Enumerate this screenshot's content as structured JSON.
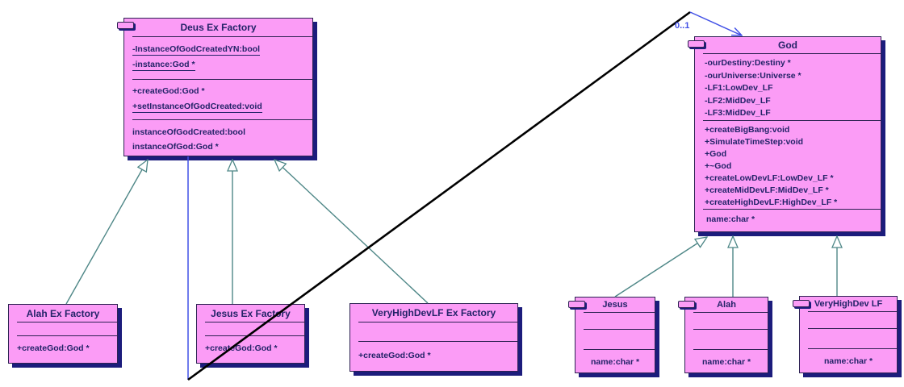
{
  "association": {
    "multiplicity": "0..1"
  },
  "classes": {
    "deus_ex_factory": {
      "title": "Deus Ex Factory",
      "attributes": [
        "-InstanceOfGodCreatedYN:bool",
        "-instance:God *"
      ],
      "methods": [
        "+createGod:God *",
        "+setInstanceOfGodCreated:void"
      ],
      "properties": [
        "instanceOfGodCreated:bool",
        "instanceOfGod:God *"
      ]
    },
    "god": {
      "title": "God",
      "attributes": [
        "-ourDestiny:Destiny *",
        "-ourUniverse:Universe *",
        "-LF1:LowDev_LF",
        "-LF2:MidDev_LF",
        "-LF3:MidDev_LF"
      ],
      "methods": [
        "+createBigBang:void",
        "+SimulateTimeStep:void",
        "+God",
        "+~God",
        "+createLowDevLF:LowDev_LF *",
        "+createMidDevLF:MidDev_LF *",
        "+createHighDevLF:HighDev_LF *"
      ],
      "properties": [
        "name:char *"
      ]
    },
    "alah_ex_factory": {
      "title": "Alah Ex Factory",
      "methods": [
        "+createGod:God *"
      ]
    },
    "jesus_ex_factory": {
      "title": "Jesus Ex Factory",
      "methods": [
        "+createGod:God *"
      ]
    },
    "veryhighdevlf_ex_factory": {
      "title": "VeryHighDevLF Ex Factory",
      "methods": [
        "+createGod:God *"
      ]
    },
    "jesus": {
      "title": "Jesus",
      "properties": [
        "name:char *"
      ]
    },
    "alah": {
      "title": "Alah",
      "properties": [
        "name:char *"
      ]
    },
    "veryhighdev_lf": {
      "title": "VeryHighDev LF",
      "properties": [
        "name:char *"
      ]
    }
  },
  "colors": {
    "bg": "#ffffff",
    "fill": "#fb9cf6",
    "border": "#2d2253",
    "shadow": "#1c1c7c",
    "text": "#232368",
    "gen": "#4e8787",
    "assoc": "#4150e6",
    "diag": "#000000"
  }
}
